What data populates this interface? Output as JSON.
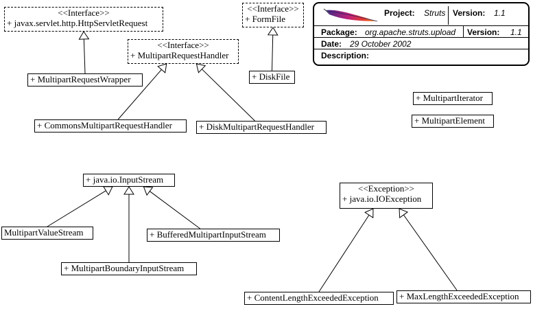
{
  "title_block": {
    "project_label": "Project:",
    "project_value": "Struts",
    "version_label_1": "Version:",
    "version_value_1": "1.1",
    "package_label": "Package:",
    "package_value": "org.apache.struts.upload",
    "version_label_2": "Version:",
    "version_value_2": "1.1",
    "date_label": "Date:",
    "date_value": "29 October 2002",
    "description_label": "Description:",
    "logo_icon": "apache-feather-logo"
  },
  "classes": {
    "http_servlet_request": {
      "stereotype": "<<Interface>>",
      "name": "+ javax.servlet.http.HttpServletRequest"
    },
    "form_file": {
      "stereotype": "<<Interface>>",
      "name": "+ FormFile"
    },
    "multipart_request_handler": {
      "stereotype": "<<Interface>>",
      "name": "+ MultipartRequestHandler"
    },
    "multipart_request_wrapper": {
      "name": "+ MultipartRequestWrapper"
    },
    "disk_file": {
      "name": "+ DiskFile"
    },
    "commons_multipart_request_handler": {
      "name": "+ CommonsMultipartRequestHandler"
    },
    "disk_multipart_request_handler": {
      "name": "+ DiskMultipartRequestHandler"
    },
    "multipart_iterator": {
      "name": "+ MultipartIterator"
    },
    "multipart_element": {
      "name": "+ MultipartElement"
    },
    "input_stream": {
      "name": "+ java.io.InputStream"
    },
    "io_exception": {
      "stereotype": "<<Exception>>",
      "name": "+ java.io.IOException"
    },
    "multipart_value_stream": {
      "name": "MultipartValueStream"
    },
    "buffered_multipart_input_stream": {
      "name": "+ BufferedMultipartInputStream"
    },
    "multipart_boundary_input_stream": {
      "name": "+ MultipartBoundaryInputStream"
    },
    "content_length_exceeded_exception": {
      "name": "+ ContentLengthExceededException"
    },
    "max_length_exceeded_exception": {
      "name": "+ MaxLengthExceededException"
    }
  },
  "relations": [
    {
      "from": "multipart_request_wrapper",
      "to": "http_servlet_request",
      "kind": "realization"
    },
    {
      "from": "disk_file",
      "to": "form_file",
      "kind": "realization"
    },
    {
      "from": "commons_multipart_request_handler",
      "to": "multipart_request_handler",
      "kind": "realization"
    },
    {
      "from": "disk_multipart_request_handler",
      "to": "multipart_request_handler",
      "kind": "realization"
    },
    {
      "from": "multipart_value_stream",
      "to": "input_stream",
      "kind": "generalization"
    },
    {
      "from": "multipart_boundary_input_stream",
      "to": "input_stream",
      "kind": "generalization"
    },
    {
      "from": "buffered_multipart_input_stream",
      "to": "input_stream",
      "kind": "generalization"
    },
    {
      "from": "content_length_exceeded_exception",
      "to": "io_exception",
      "kind": "generalization"
    },
    {
      "from": "max_length_exceeded_exception",
      "to": "io_exception",
      "kind": "generalization"
    }
  ]
}
